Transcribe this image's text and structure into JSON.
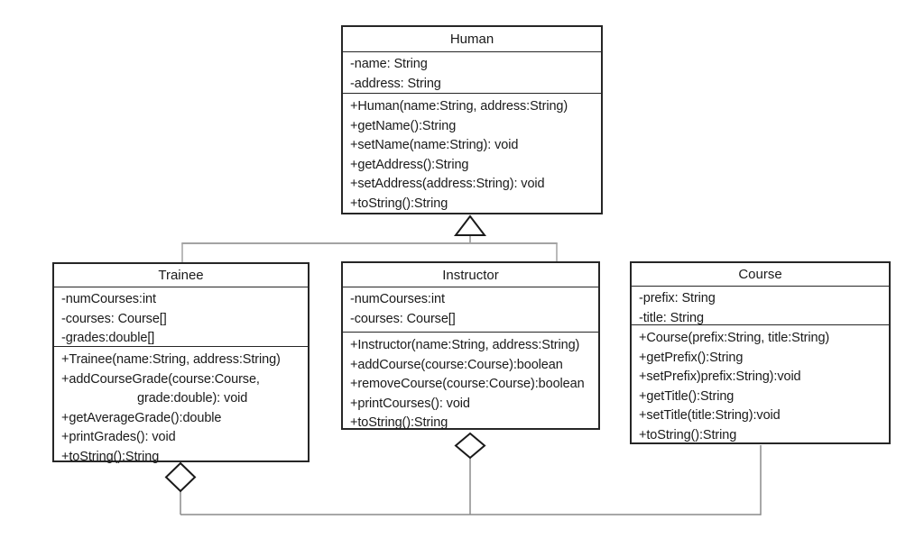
{
  "diagram": {
    "type": "uml-class-diagram",
    "colors": {
      "box_fill": "#ffffff",
      "box_border": "#262626",
      "inheritance_line": "#a3a3a3",
      "aggregation_line": "#8a8a8a",
      "marker_stroke": "#1a1a1a",
      "marker_fill": "#ffffff"
    },
    "classes": {
      "human": {
        "title": "Human",
        "attributes": [
          "-name: String",
          "-address: String"
        ],
        "methods": [
          "+Human(name:String, address:String)",
          "+getName():String",
          "+setName(name:String): void",
          "+getAddress():String",
          "+setAddress(address:String): void",
          "+toString():String"
        ]
      },
      "trainee": {
        "title": "Trainee",
        "attributes": [
          "-numCourses:int",
          "-courses: Course[]",
          "-grades:double[]"
        ],
        "methods": [
          "+Trainee(name:String, address:String)",
          "+addCourseGrade(course:Course,",
          "grade:double): void",
          "+getAverageGrade():double",
          "+printGrades(): void",
          "+toString():String"
        ]
      },
      "instructor": {
        "title": "Instructor",
        "attributes": [
          "-numCourses:int",
          "-courses: Course[]"
        ],
        "methods": [
          "+Instructor(name:String, address:String)",
          "+addCourse(course:Course):boolean",
          "+removeCourse(course:Course):boolean",
          "+printCourses(): void",
          "+toString():String"
        ]
      },
      "course": {
        "title": "Course",
        "attributes": [
          "-prefix: String",
          "-title: String"
        ],
        "methods": [
          "+Course(prefix:String, title:String)",
          "+getPrefix():String",
          "+setPrefix)prefix:String):void",
          "+getTitle():String",
          "+setTitle(title:String):void",
          "+toString():String"
        ]
      }
    },
    "relationships": [
      {
        "type": "inheritance",
        "parent": "Human",
        "children": [
          "Trainee",
          "Instructor"
        ]
      },
      {
        "type": "aggregation",
        "whole": "Trainee",
        "part": "Course"
      },
      {
        "type": "aggregation",
        "whole": "Instructor",
        "part": "Course"
      }
    ]
  }
}
